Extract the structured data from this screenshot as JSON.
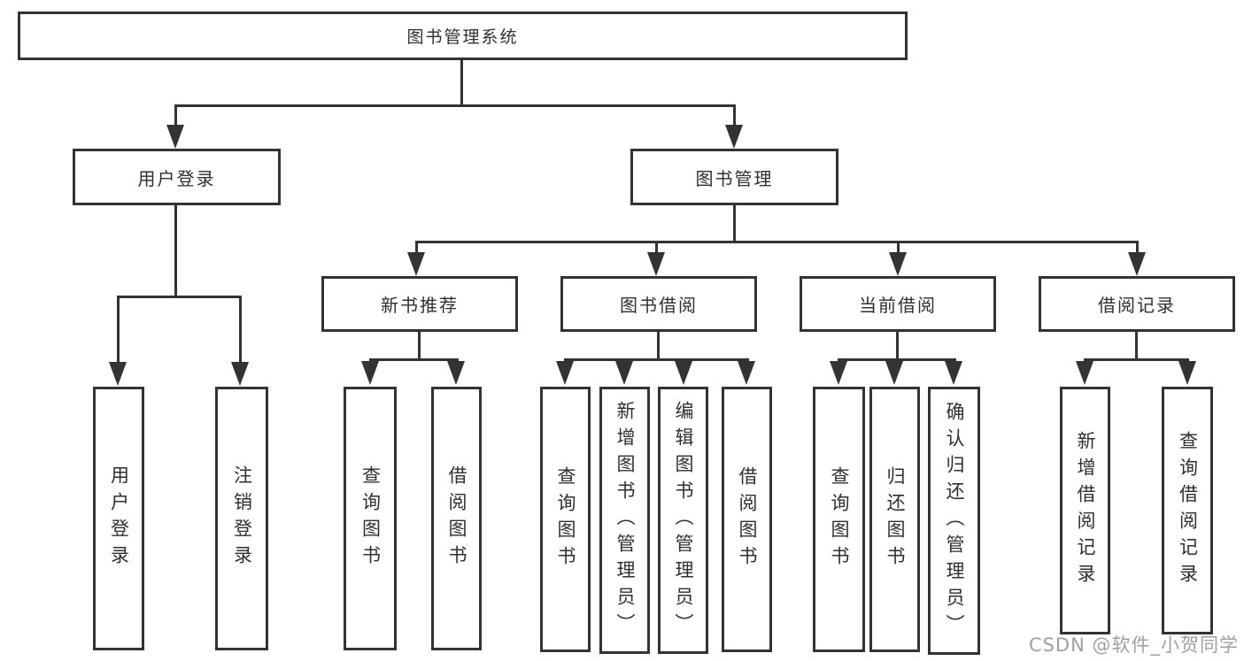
{
  "tree": {
    "root": {
      "label": "图书管理系统"
    },
    "branches": [
      {
        "label": "用户登录",
        "children": [
          {
            "label": "用户登录"
          },
          {
            "label": "注销登录"
          }
        ]
      },
      {
        "label": "图书管理",
        "groups": [
          {
            "label": "新书推荐",
            "children": [
              {
                "label": "查询图书"
              },
              {
                "label": "借阅图书"
              }
            ]
          },
          {
            "label": "图书借阅",
            "children": [
              {
                "label": "查询图书"
              },
              {
                "label": "新增图书（管理员）"
              },
              {
                "label": "编辑图书（管理员）"
              },
              {
                "label": "借阅图书"
              }
            ]
          },
          {
            "label": "当前借阅",
            "children": [
              {
                "label": "查询图书"
              },
              {
                "label": "归还图书"
              },
              {
                "label": "确认归还（管理员）"
              }
            ]
          },
          {
            "label": "借阅记录",
            "children": [
              {
                "label": "新增借阅记录"
              },
              {
                "label": "查询借阅记录"
              }
            ]
          }
        ]
      }
    ]
  },
  "watermark": {
    "text": "CSDN @软件_小贺同学",
    "color": "#96979e"
  },
  "colors": {
    "line": "#333333",
    "box_border": "#333333",
    "text": "#2f2f2f",
    "background": "#ffffff"
  }
}
